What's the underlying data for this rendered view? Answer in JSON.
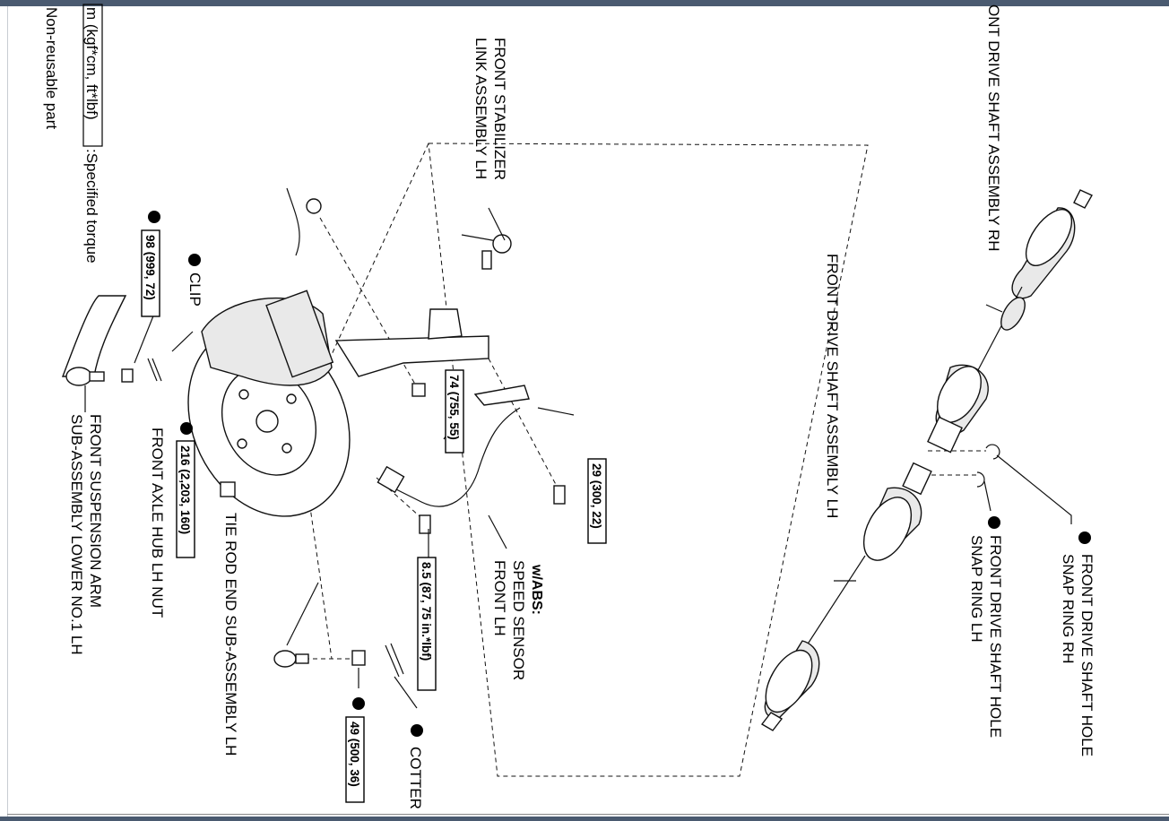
{
  "legend": {
    "torque_unit": "m (kgf*cm, ft*lbf)",
    "torque_desc": ":Specified torque",
    "non_reusable": "Non-reusable part"
  },
  "labels": {
    "stabilizer_link_1": "FRONT STABILIZER",
    "stabilizer_link_2": "LINK ASSEMBLY LH",
    "drive_shaft_rh": "ONT DRIVE SHAFT ASSEMBLY RH",
    "drive_shaft_lh": "FRONT DRIVE SHAFT ASSEMBLY LH",
    "snap_ring_rh_1": "FRONT DRIVE SHAFT HOLE",
    "snap_ring_rh_2": "SNAP RING RH",
    "snap_ring_lh_1": "FRONT DRIVE SHAFT HOLE",
    "snap_ring_lh_2": "SNAP RING LH",
    "clip": "CLIP",
    "axle_hub_nut": "FRONT AXLE HUB LH NUT",
    "tie_rod_end": "TIE ROD END SUB-ASSEMBLY LH",
    "suspension_arm_1": "FRONT SUSPENSION ARM",
    "suspension_arm_2": "SUB-ASSEMBLY LOWER NO.1 LH",
    "speed_sensor_abs": "w/ABS:",
    "speed_sensor_1": "SPEED SENSOR",
    "speed_sensor_2": "FRONT LH",
    "cotter": "COTTER"
  },
  "torques": {
    "t98": "98 (999, 72)",
    "t74": "74 (755, 55)",
    "t29": "29 (300, 22)",
    "t216": "216 (2,203, 160)",
    "t85": "8.5 (87, 75 in.*lbf)",
    "t49": "49 (500, 36)"
  }
}
